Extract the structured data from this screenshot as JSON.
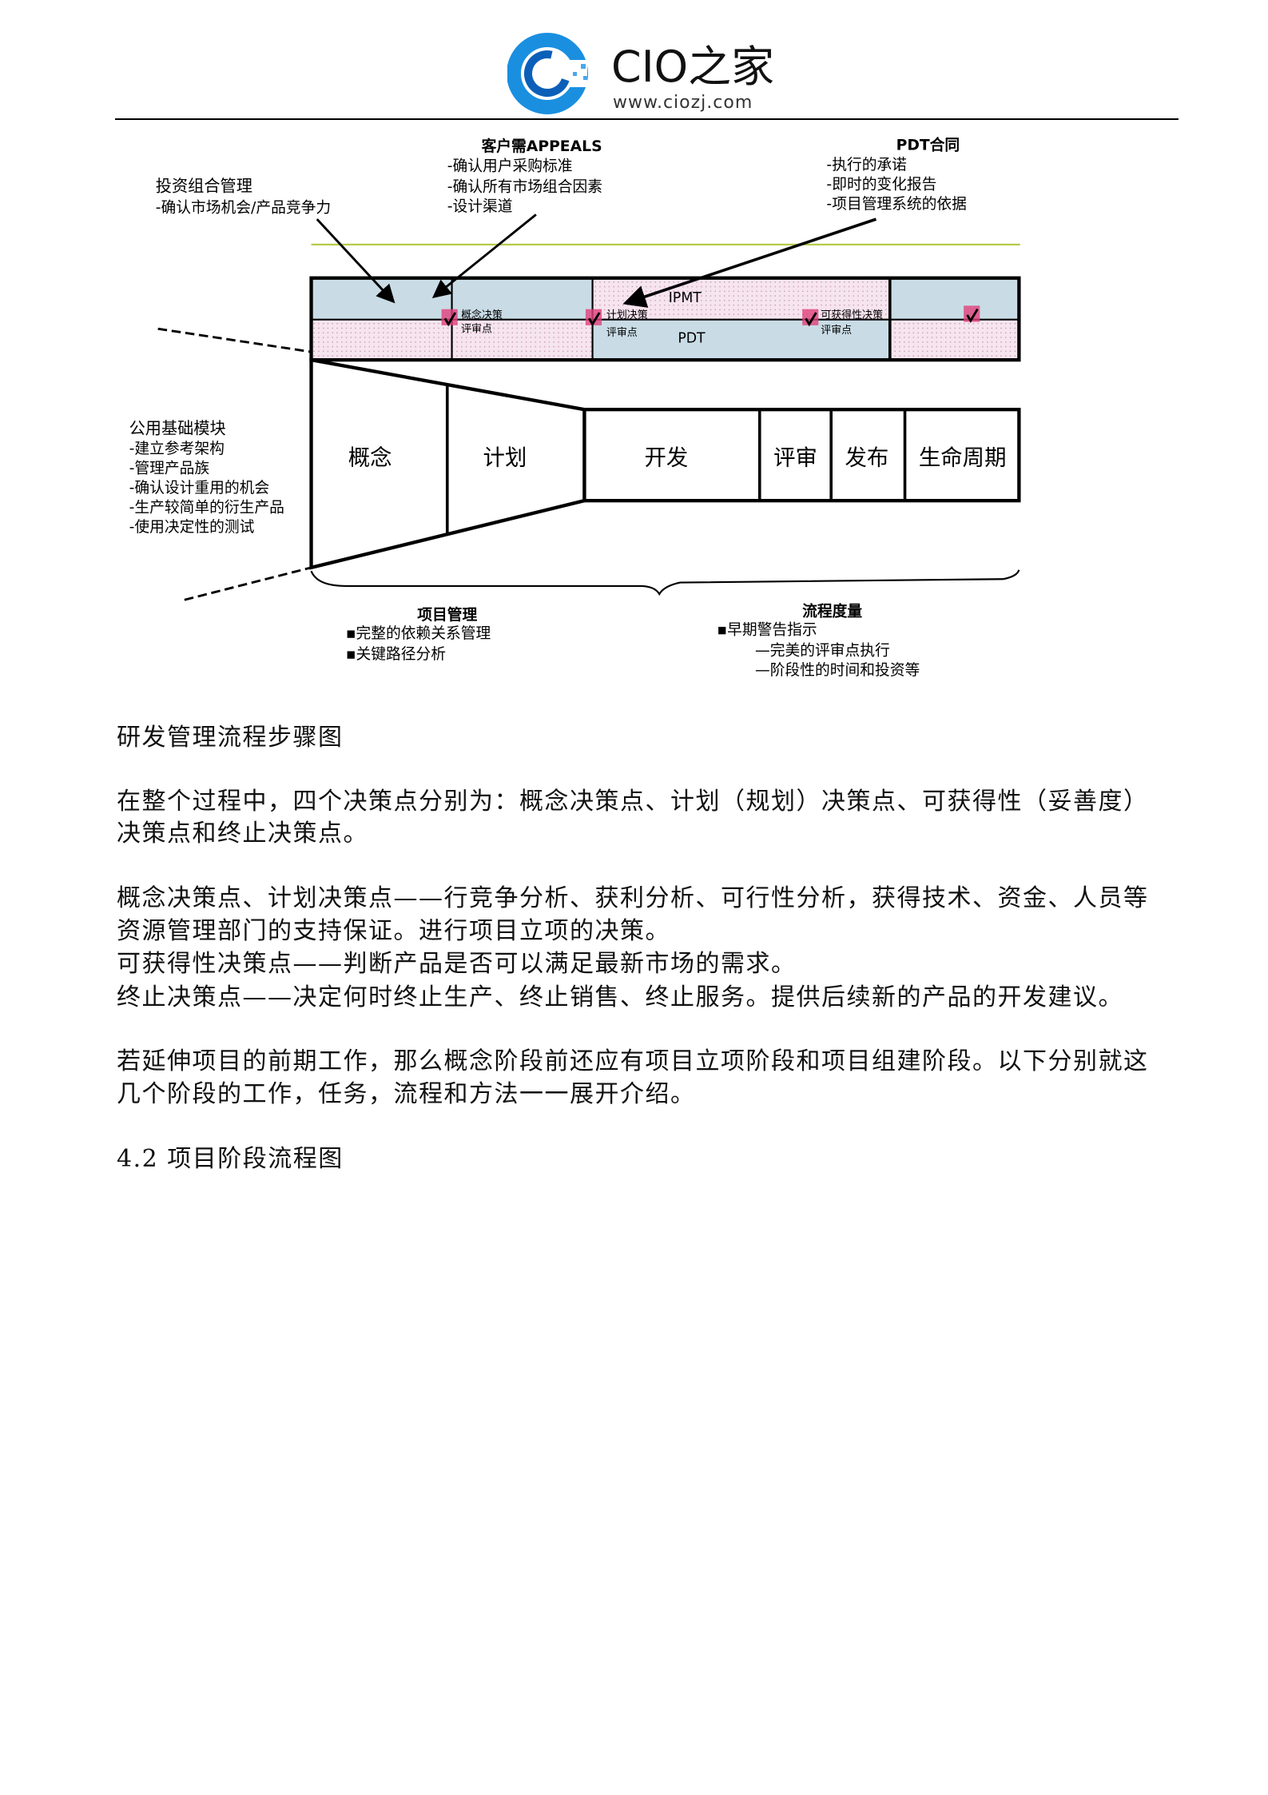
{
  "header": {
    "logo_text": "CIO之家",
    "logo_url_text": "www.ciozj.com",
    "logo_colors": {
      "primary": "#1a8fe0",
      "dark": "#0b5fb8"
    }
  },
  "diagram": {
    "portfolio": {
      "title": "投资组合管理",
      "bullets": [
        "-确认市场机会/产品竞争力"
      ]
    },
    "appeals": {
      "title": "客户需APPEALS",
      "bullets": [
        "-确认用户采购标准",
        "-确认所有市场组合因素",
        "-设计渠道"
      ]
    },
    "pdt_contract": {
      "title": "PDT合同",
      "bullets": [
        "-执行的承诺",
        "-即时的变化报告",
        "-项目管理系统的依据"
      ]
    },
    "teams": {
      "ipmt": "IPMT",
      "pdt": "PDT"
    },
    "decision_points": [
      {
        "line1": "概念决策",
        "line2": "评审点"
      },
      {
        "line1": "计划决策",
        "line2": "评审点"
      },
      {
        "line1": "可获得性决策",
        "line2": "评审点"
      }
    ],
    "phases": [
      "概念",
      "计划",
      "开发",
      "评审",
      "发布",
      "生命周期"
    ],
    "common_modules": {
      "title": "公用基础模块",
      "bullets": [
        "-建立参考架构",
        "-管理产品族",
        "-确认设计重用的机会",
        "-生产较简单的衍生产品",
        "-使用决定性的测试"
      ]
    },
    "project_mgmt": {
      "title": "项目管理",
      "bullets": [
        "▪完整的依赖关系管理",
        "▪关键路径分析"
      ]
    },
    "process_metrics": {
      "title": "流程度量",
      "bullets": [
        "▪早期警告指示",
        "—完美的评审点执行",
        "—阶段性的时间和投资等"
      ]
    },
    "colors": {
      "blue_cell": "#c9dce6",
      "pink_cell": "#f6e4ee",
      "green_line": "#b5cc4a",
      "marker": "#e0407a"
    }
  },
  "body": {
    "caption": "研发管理流程步骤图",
    "p1": [
      "在整个过程中，四个决策点分别为：概念决策点、计划（规划）决策点、可获得性（妥善度）",
      "决策点和终止决策点。"
    ],
    "p2": [
      "概念决策点、计划决策点——行竞争分析、获利分析、可行性分析，获得技术、资金、人员等",
      "资源管理部门的支持保证。进行项目立项的决策。",
      "可获得性决策点——判断产品是否可以满足最新市场的需求。",
      "终止决策点——决定何时终止生产、终止销售、终止服务。提供后续新的产品的开发建议。"
    ],
    "p3": [
      "若延伸项目的前期工作，那么概念阶段前还应有项目立项阶段和项目组建阶段。以下分别就这",
      "几个阶段的工作，任务，流程和方法一一展开介绍。"
    ],
    "section_heading": "4.2 项目阶段流程图"
  }
}
